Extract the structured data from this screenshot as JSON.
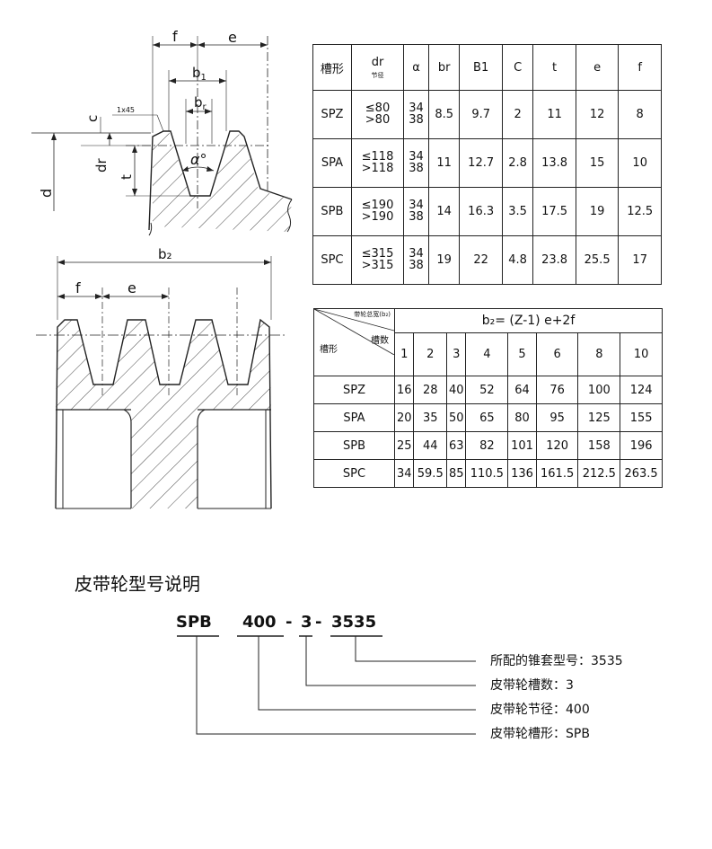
{
  "drawing_labels": {
    "f": "f",
    "e": "e",
    "b1": "b",
    "b1_sub": "1",
    "br": "b",
    "br_sub": "r",
    "c": "c",
    "chamfer": "1x45",
    "dr": "dr",
    "t": "t",
    "d": "d",
    "alpha": "α°",
    "b2": "b₂",
    "f2": "f",
    "e2": "e"
  },
  "groove_table": {
    "headers": [
      "槽形",
      "dr",
      "α",
      "br",
      "B1",
      "C",
      "t",
      "e",
      "f"
    ],
    "dr_sub": "节径",
    "rows": [
      {
        "type": "SPZ",
        "dr1": "≤80",
        "dr2": ">80",
        "a1": "34",
        "a2": "38",
        "br": "8.5",
        "B1": "9.7",
        "C": "2",
        "t": "11",
        "e": "12",
        "f": "8"
      },
      {
        "type": "SPA",
        "dr1": "≤118",
        "dr2": ">118",
        "a1": "34",
        "a2": "38",
        "br": "11",
        "B1": "12.7",
        "C": "2.8",
        "t": "13.8",
        "e": "15",
        "f": "10"
      },
      {
        "type": "SPB",
        "dr1": "≤190",
        "dr2": ">190",
        "a1": "34",
        "a2": "38",
        "br": "14",
        "B1": "16.3",
        "C": "3.5",
        "t": "17.5",
        "e": "19",
        "f": "12.5"
      },
      {
        "type": "SPC",
        "dr1": "≤315",
        "dr2": ">315",
        "a1": "34",
        "a2": "38",
        "br": "19",
        "B1": "22",
        "C": "4.8",
        "t": "23.8",
        "e": "25.5",
        "f": "17"
      }
    ]
  },
  "width_table": {
    "corner_top": "带轮总宽(b₂)",
    "corner_mid": "槽数",
    "corner_bottom": "槽形",
    "formula": "b₂= (Z-1) e+2f",
    "slots": [
      "1",
      "2",
      "3",
      "4",
      "5",
      "6",
      "8",
      "10"
    ],
    "rows": [
      {
        "type": "SPZ",
        "values": [
          "16",
          "28",
          "40",
          "52",
          "64",
          "76",
          "100",
          "124"
        ]
      },
      {
        "type": "SPA",
        "values": [
          "20",
          "35",
          "50",
          "65",
          "80",
          "95",
          "125",
          "155"
        ]
      },
      {
        "type": "SPB",
        "values": [
          "25",
          "44",
          "63",
          "82",
          "101",
          "120",
          "158",
          "196"
        ]
      },
      {
        "type": "SPC",
        "values": [
          "34",
          "59.5",
          "85",
          "110.5",
          "136",
          "161.5",
          "212.5",
          "263.5"
        ]
      }
    ]
  },
  "model_section": {
    "title": "皮带轮型号说明",
    "code_parts": [
      "SPB",
      "400",
      "-",
      "3",
      "-",
      "3535"
    ],
    "legend": [
      "所配的锥套型号：3535",
      "皮带轮槽数：3",
      "皮带轮节径：400",
      "皮带轮槽形：SPB"
    ]
  }
}
